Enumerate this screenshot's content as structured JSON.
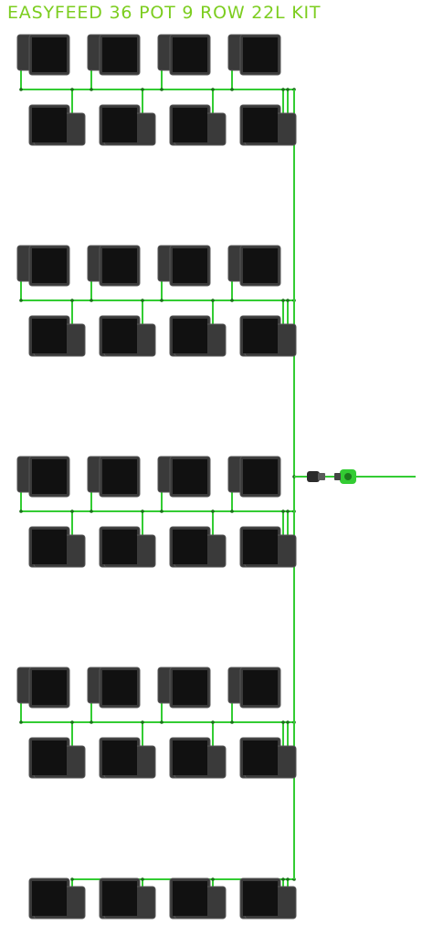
{
  "title": "EASYFEED 36 POT 9 ROW 22L KIT",
  "colors": {
    "pipe": "#33cc33",
    "pot_dark": "#111111",
    "pot_border": "#555555",
    "pot_tray": "#3a3a3a",
    "title": "#7ccd1f",
    "connector_green": "#33cc33",
    "connector_dark": "#444444"
  },
  "kit": {
    "pot_count": 36,
    "row_count": 9
  }
}
